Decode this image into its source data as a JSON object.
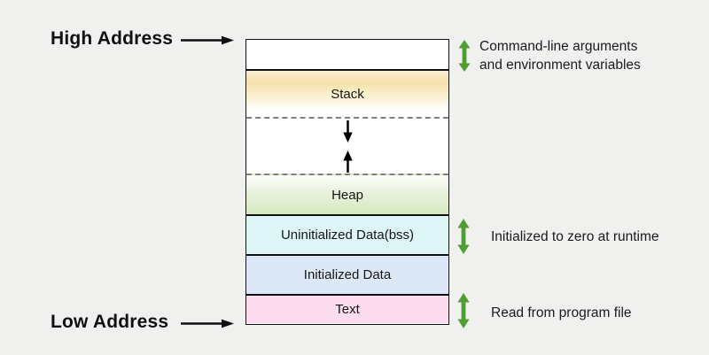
{
  "diagram": {
    "title_implied": "Process memory layout",
    "high_address_label": "High Address",
    "low_address_label": "Low Address",
    "segments": {
      "stack": "Stack",
      "heap": "Heap",
      "bss": "Uninitialized Data(bss)",
      "initialized_data": "Initialized Data",
      "text": "Text"
    },
    "annotations": {
      "args_line1": "Command-line arguments",
      "args_line2": "and environment variables",
      "bss": "Initialized to zero at runtime",
      "text": "Read from program file"
    },
    "icons": {
      "right-arrow-icon": "→",
      "down-arrow-icon": "↓",
      "up-arrow-icon": "↑",
      "double-vertical-arrow-icon": "↕"
    }
  },
  "colors": {
    "background": "#f0f0ee",
    "accent_green": "#4f9d33",
    "stack_top": "#f6e2ab",
    "heap_bottom": "#d6e8c0",
    "bss_fill": "#def5f7",
    "initialized_fill": "#dce8f7",
    "text_fill": "#fcdcee",
    "border": "#111111",
    "dashed_line": "#7f7f7f"
  }
}
